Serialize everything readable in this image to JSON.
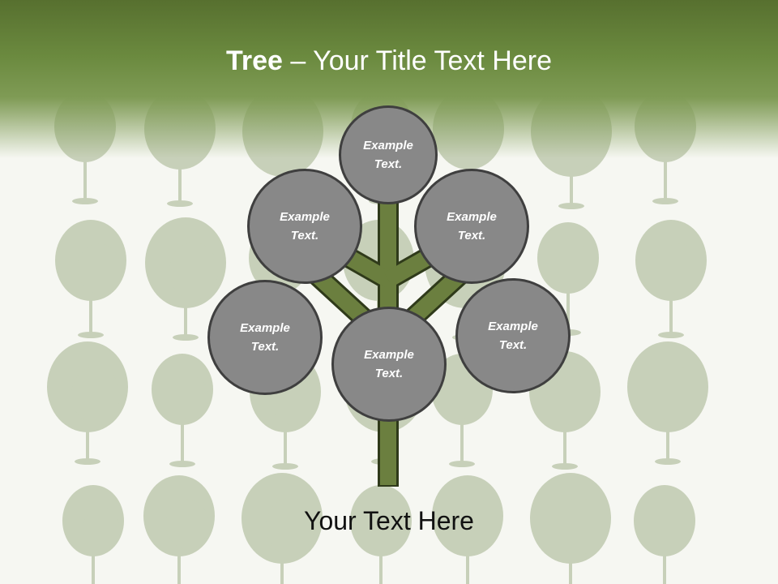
{
  "slide": {
    "title_strong": "Tree",
    "title_separator": " – ",
    "title_rest": "Your Title Text Here",
    "footer_text": "Your Text Here"
  },
  "nodes": [
    {
      "id": "top",
      "text": "Example Text."
    },
    {
      "id": "upper-left",
      "text": "Example Text."
    },
    {
      "id": "upper-right",
      "text": "Example Text."
    },
    {
      "id": "lower-left",
      "text": "Example Text."
    },
    {
      "id": "center",
      "text": "Example Text."
    },
    {
      "id": "lower-right",
      "text": "Example Text."
    }
  ],
  "colors": {
    "header_green": "#57702f",
    "trunk_green": "#6b7f3f",
    "trunk_outline": "#2f3a1a",
    "node_fill": "#888888",
    "node_border": "#3f3f3f",
    "background_trees": "#b7c2a5"
  }
}
